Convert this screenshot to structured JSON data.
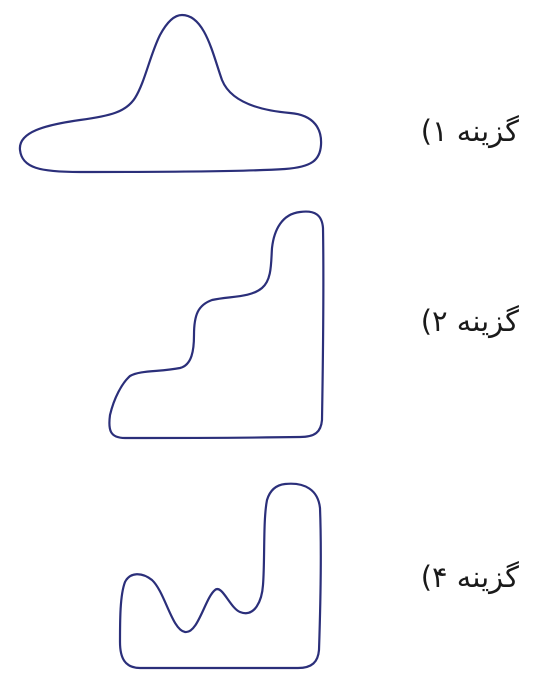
{
  "colors": {
    "stroke": "#2b2f7a",
    "background": "#ffffff"
  },
  "options": [
    {
      "label": "گزینه ۱)",
      "shape": "bell-shape"
    },
    {
      "label": "گزینه ۲)",
      "shape": "stair-shape"
    },
    {
      "label": "گزینه ۴)",
      "shape": "wave-shape"
    }
  ]
}
